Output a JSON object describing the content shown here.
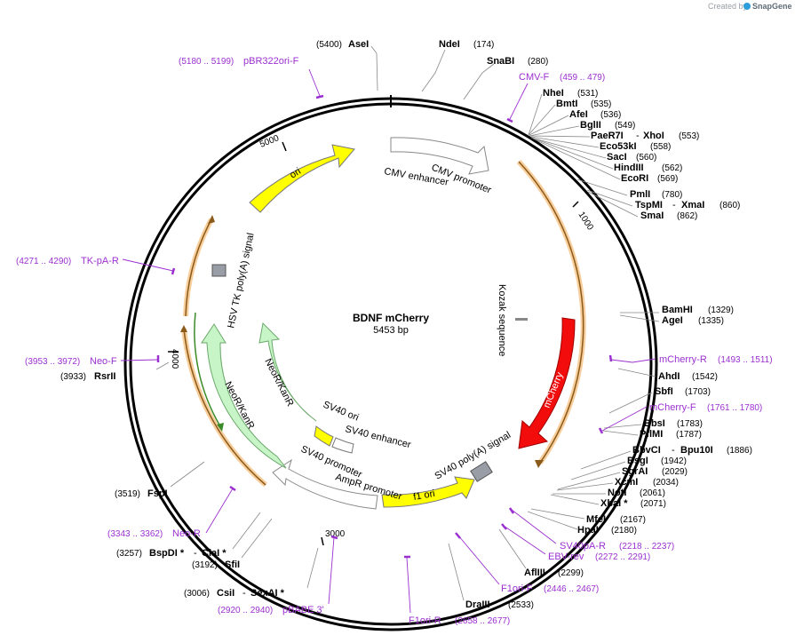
{
  "header": {
    "credit_text": "Created by",
    "brand": "SnapGene"
  },
  "plasmid": {
    "name": "BDNF mCherry",
    "length": "5453 bp"
  },
  "ticks": [
    "1000",
    "3000",
    "4000",
    "5000"
  ],
  "features": {
    "cmv_enhancer": "CMV enhancer",
    "cmv_promoter": "CMV promoter",
    "kozak": "Kozak sequence",
    "mcherry": "mCherry",
    "sv40_polya": "SV40 poly(A) signal",
    "f1_ori": "f1 ori",
    "ampr_promoter": "AmpR promoter",
    "sv40_promoter": "SV40 promoter",
    "sv40_enhancer": "SV40 enhancer",
    "sv40_ori": "SV40 ori",
    "neor_inner": "NeoR/KanR",
    "neor_outer": "NeoR/KanR",
    "hsv_tk": "HSV TK poly(A) signal",
    "ori": "ori"
  },
  "sites": {
    "asei": {
      "name": "AseI",
      "pos": "(5400)"
    },
    "ndei": {
      "name": "NdeI",
      "pos": "(174)"
    },
    "snabi": {
      "name": "SnaBI",
      "pos": "(280)"
    },
    "nhei": {
      "name": "NheI",
      "pos": "(531)"
    },
    "bmti": {
      "name": "BmtI",
      "pos": "(535)"
    },
    "afei": {
      "name": "AfeI",
      "pos": "(536)"
    },
    "bglii": {
      "name": "BglII",
      "pos": "(549)"
    },
    "paer7i": {
      "name": "PaeR7I",
      "sep": "-",
      "name2": "XhoI",
      "pos": "(553)"
    },
    "eco53ki": {
      "name": "Eco53kI",
      "pos": "(558)"
    },
    "saci": {
      "name": "SacI",
      "pos": "(560)"
    },
    "hindiii": {
      "name": "HindIII",
      "pos": "(562)"
    },
    "ecori": {
      "name": "EcoRI",
      "pos": "(569)"
    },
    "pmli": {
      "name": "PmlI",
      "pos": "(780)"
    },
    "tspmi": {
      "name": "TspMI",
      "sep": "-",
      "name2": "XmaI",
      "pos": "(860)"
    },
    "smai": {
      "name": "SmaI",
      "pos": "(862)"
    },
    "bamhi": {
      "name": "BamHI",
      "pos": "(1329)"
    },
    "agei": {
      "name": "AgeI",
      "pos": "(1335)"
    },
    "ahdi": {
      "name": "AhdI",
      "pos": "(1542)"
    },
    "sbfi": {
      "name": "SbfI",
      "pos": "(1703)"
    },
    "bbsi": {
      "name": "BbsI",
      "pos": "(1783)"
    },
    "pflmi": {
      "name": "PflMI",
      "pos": "(1787)"
    },
    "bbvci": {
      "name": "BbvCI",
      "sep": "-",
      "name2": "Bpu10I",
      "pos": "(1886)"
    },
    "bsgi": {
      "name": "BsgI",
      "pos": "(1942)"
    },
    "sgrai": {
      "name": "SgrAI",
      "pos": "(2029)"
    },
    "xcmi": {
      "name": "XcmI",
      "pos": "(2034)"
    },
    "noti": {
      "name": "NotI",
      "pos": "(2061)"
    },
    "xbai": {
      "name": "XbaI *",
      "pos": "(2071)"
    },
    "mfei": {
      "name": "MfeI",
      "pos": "(2167)"
    },
    "hpai": {
      "name": "HpaI",
      "pos": "(2180)"
    },
    "afliii": {
      "name": "AflIII",
      "pos": "(2299)"
    },
    "draiii": {
      "name": "DraIII",
      "pos": "(2533)"
    },
    "csii": {
      "name": "CsiI",
      "sep": "-",
      "name2": "SexAI *",
      "pos": "(3006)"
    },
    "sfii": {
      "name": "SfiI",
      "pos": "(3192)"
    },
    "bspdi": {
      "name": "BspDI *",
      "sep": "-",
      "name2": "ClaI *",
      "pos": "(3257)"
    },
    "fspi": {
      "name": "FspI",
      "pos": "(3519)"
    },
    "rsrii": {
      "name": "RsrII",
      "pos": "(3933)"
    }
  },
  "primers": {
    "pbr322": {
      "name": "pBR322ori-F",
      "range": "(5180 .. 5199)"
    },
    "cmvf": {
      "name": "CMV-F",
      "range": "(459 .. 479)"
    },
    "mcherryr": {
      "name": "mCherry-R",
      "range": "(1493 .. 1511)"
    },
    "mcherryf": {
      "name": "mCherry-F",
      "range": "(1761 .. 1780)"
    },
    "sv40par": {
      "name": "SV40pA-R",
      "range": "(2218 .. 2237)"
    },
    "ebvrev": {
      "name": "EBV-rev",
      "range": "(2272 .. 2291)"
    },
    "f1orif": {
      "name": "F1ori-F",
      "range": "(2446 .. 2467)"
    },
    "f1orir": {
      "name": "F1ori-R",
      "range": "(2658 .. 2677)"
    },
    "pbabe3": {
      "name": "pBABE 3'",
      "range": "(2920 .. 2940)"
    },
    "neor": {
      "name": "Neo-R",
      "range": "(3343 .. 3362)"
    },
    "neof": {
      "name": "Neo-F",
      "range": "(3953 .. 3972)"
    },
    "tkpar": {
      "name": "TK-pA-R",
      "range": "(4271 .. 4290)"
    }
  },
  "colors": {
    "primer": "#9b30d0",
    "orf_orange": "#f2a64b",
    "mcherry": "#f20c0c",
    "ori_yellow": "#ffff00",
    "neor_green": "#c8f5c8",
    "neor_dark": "#3a8a28",
    "promoter": "#ffffff",
    "polya_gray": "#999da6"
  }
}
